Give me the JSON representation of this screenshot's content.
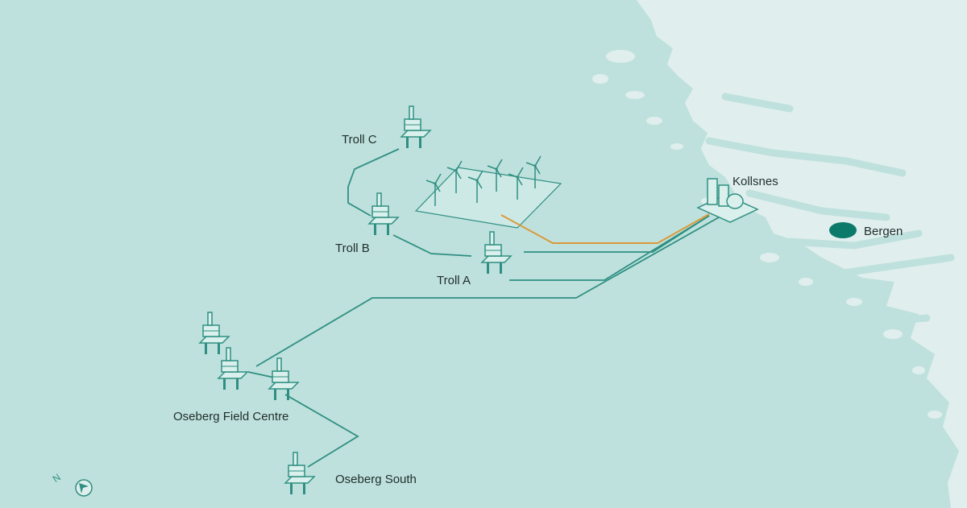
{
  "map": {
    "colors": {
      "sea": "#bfe1dd",
      "land": "#e0efed",
      "pipeline": "#2f8f82",
      "power_cable": "#d99a3b",
      "facility_fill": "#d9f0ec",
      "facility_stroke": "#2f8f82",
      "city_marker": "#0b7a6a"
    },
    "labels": {
      "troll_c": "Troll C",
      "troll_b": "Troll B",
      "troll_a": "Troll A",
      "kollsnes": "Kollsnes",
      "bergen": "Bergen",
      "oseberg_field_centre": "Oseberg Field Centre",
      "oseberg_south": "Oseberg South"
    },
    "compass": {
      "letter": "N",
      "icon": "compass-north-icon"
    }
  }
}
